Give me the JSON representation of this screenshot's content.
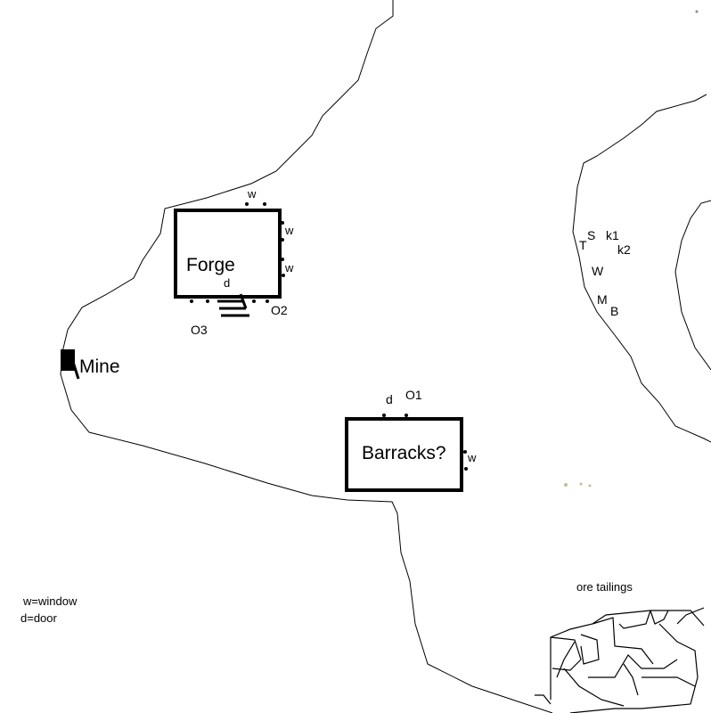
{
  "buildings": {
    "forge": {
      "label": "Forge",
      "door": "d",
      "windows": [
        "w",
        "w",
        "w"
      ],
      "outposts": [
        "O2",
        "O3"
      ]
    },
    "barracks": {
      "label": "Barracks?",
      "door": "d",
      "window": "w",
      "outpost": "O1"
    }
  },
  "mine": {
    "label": "Mine"
  },
  "east_markers": [
    "T",
    "S",
    "k1",
    "k2",
    "W",
    "M",
    "B"
  ],
  "tailings": {
    "label": "ore tailings"
  },
  "legend": {
    "window": "w=window",
    "door": "d=door"
  },
  "colors": {
    "ink": "#000000",
    "background": "#ffffff"
  }
}
